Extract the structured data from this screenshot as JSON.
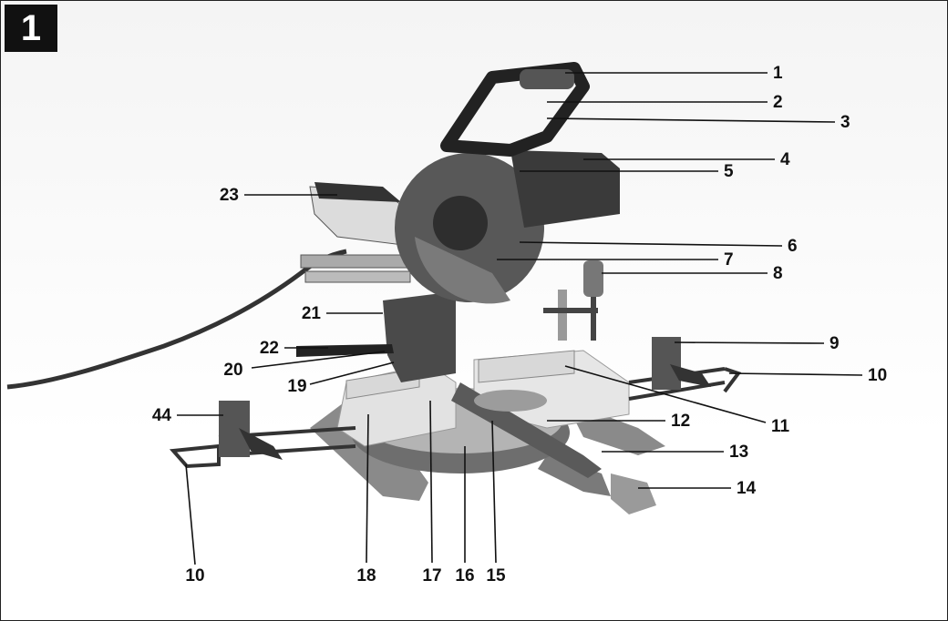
{
  "figure": {
    "number": "1"
  },
  "callouts": [
    "1",
    "2",
    "3",
    "4",
    "5",
    "6",
    "7",
    "8",
    "9",
    "10",
    "11",
    "12",
    "13",
    "14",
    "15",
    "16",
    "17",
    "18",
    "19",
    "20",
    "21",
    "22",
    "23",
    "44",
    "10"
  ],
  "colors": {
    "ink": "#111111",
    "body_dark": "#3a3a3a",
    "body_mid": "#7a7a7a",
    "body_light": "#c9c9c9",
    "blade": "#9c9c9c"
  }
}
